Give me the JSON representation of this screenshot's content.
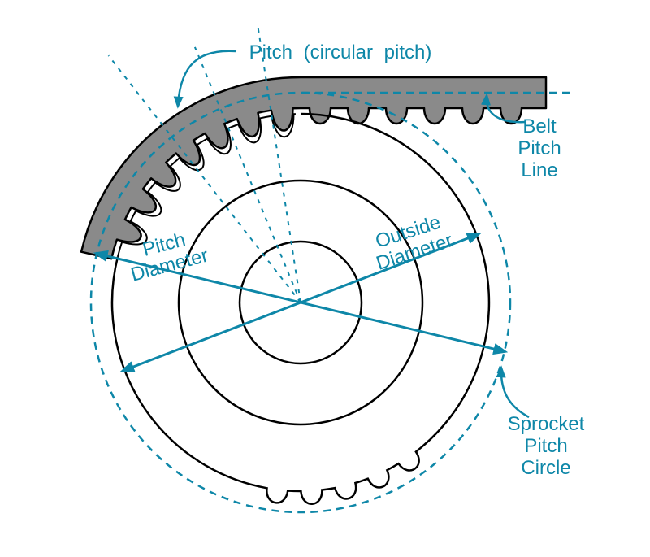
{
  "diagram": {
    "type": "technical-diagram",
    "subject": "Timing belt and sprocket pitch terminology",
    "colors": {
      "accent_teal": "#0E87A8",
      "belt_gray": "#8A8A8A",
      "line_black": "#000000",
      "background": "#FFFFFF"
    },
    "labels": {
      "pitch_callout": "Pitch (circular pitch)",
      "belt_pitch_line": {
        "line1": "Belt",
        "line2": "Pitch",
        "line3": "Line"
      },
      "pitch_diameter": {
        "line1": "Pitch",
        "line2": "Diameter"
      },
      "outside_diameter": {
        "line1": "Outside",
        "line2": "Diameter"
      },
      "sprocket_pitch_circle": {
        "line1": "Sprocket",
        "line2": "Pitch",
        "line3": "Circle"
      }
    }
  }
}
